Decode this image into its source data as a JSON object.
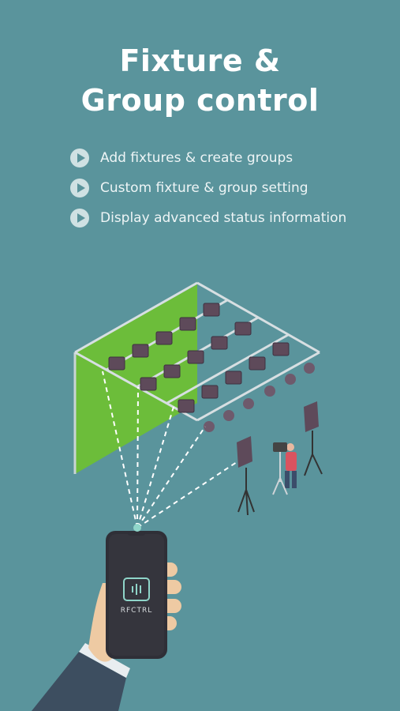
{
  "title": {
    "line1": "Fixture &",
    "line2": "Group control"
  },
  "features": [
    {
      "text": "Add fixtures & create groups",
      "icon": "play-icon"
    },
    {
      "text": "Custom fixture & group setting",
      "icon": "play-icon"
    },
    {
      "text": "Display advanced status information",
      "icon": "play-icon"
    }
  ],
  "phone": {
    "app_name": "RFCTRL",
    "logo": "rfctrl-logo-icon"
  },
  "colors": {
    "background": "#5a949c",
    "green_screen": "#6cbd3a",
    "fixture": "#5e4a5a",
    "phone": "#2f2f37",
    "sleeve": "#3d4e60"
  }
}
